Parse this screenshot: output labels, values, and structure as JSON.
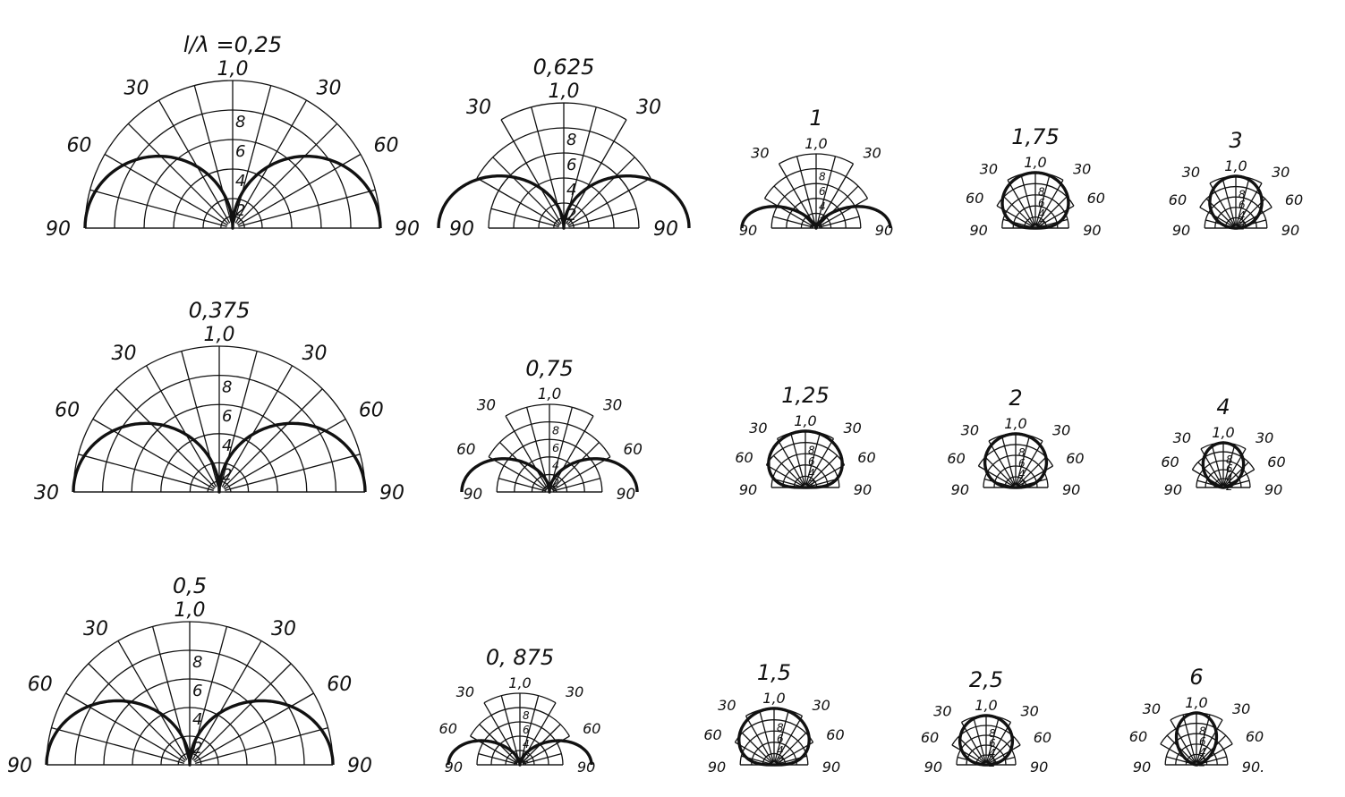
{
  "figure": {
    "ratio_symbol": "l/λ =",
    "ink_color": "#111111",
    "paper_color": "#ffffff",
    "scale_labels": [
      "2",
      "4",
      "6",
      "8",
      "1,0"
    ],
    "angle_labels": [
      "30",
      "60",
      "90"
    ],
    "diagrams": [
      {
        "id": "d-0-25",
        "label": "0,25",
        "left_labels": [
          "30",
          "60",
          "90"
        ],
        "right_labels": [
          "30",
          "60",
          "90"
        ]
      },
      {
        "id": "d-0-625",
        "label": "0,625",
        "left_labels": [
          "30",
          "",
          "90"
        ],
        "right_labels": [
          "30",
          "",
          "90"
        ]
      },
      {
        "id": "d-1",
        "label": "1",
        "left_labels": [
          "30",
          "",
          "90"
        ],
        "right_labels": [
          "30",
          "",
          "90"
        ]
      },
      {
        "id": "d-1-75",
        "label": "1,75",
        "left_labels": [
          "30",
          "60",
          "90"
        ],
        "right_labels": [
          "30",
          "60",
          "90"
        ]
      },
      {
        "id": "d-3",
        "label": "3",
        "left_labels": [
          "30",
          "60",
          "90"
        ],
        "right_labels": [
          "30",
          "60",
          "90"
        ]
      },
      {
        "id": "d-0-375",
        "label": "0,375",
        "left_labels": [
          "30",
          "60",
          "30"
        ],
        "right_labels": [
          "30",
          "60",
          "90"
        ]
      },
      {
        "id": "d-0-75",
        "label": "0,75",
        "left_labels": [
          "30",
          "60",
          "90"
        ],
        "right_labels": [
          "30",
          "60",
          "90"
        ]
      },
      {
        "id": "d-1-25",
        "label": "1,25",
        "left_labels": [
          "30",
          "60",
          "90"
        ],
        "right_labels": [
          "30",
          "60",
          "90"
        ]
      },
      {
        "id": "d-2",
        "label": "2",
        "left_labels": [
          "30",
          "60",
          "90"
        ],
        "right_labels": [
          "30",
          "60",
          "90"
        ]
      },
      {
        "id": "d-4",
        "label": "4",
        "left_labels": [
          "30",
          "60",
          "90"
        ],
        "right_labels": [
          "30",
          "60",
          "90"
        ]
      },
      {
        "id": "d-0-5",
        "label": "0,5",
        "left_labels": [
          "30",
          "60",
          "90"
        ],
        "right_labels": [
          "30",
          "60",
          "90"
        ]
      },
      {
        "id": "d-0-875",
        "label": "0, 875",
        "left_labels": [
          "30",
          "60",
          "90"
        ],
        "right_labels": [
          "30",
          "60",
          "90"
        ]
      },
      {
        "id": "d-1-5",
        "label": "1,5",
        "left_labels": [
          "30",
          "60",
          "90"
        ],
        "right_labels": [
          "30",
          "60",
          "90"
        ]
      },
      {
        "id": "d-2-5",
        "label": "2,5",
        "left_labels": [
          "30",
          "60",
          "90"
        ],
        "right_labels": [
          "30",
          "60",
          "90"
        ]
      },
      {
        "id": "d-6",
        "label": "6",
        "left_labels": [
          "30",
          "60",
          "90"
        ],
        "right_labels": [
          "30",
          "60",
          "90."
        ]
      }
    ]
  }
}
